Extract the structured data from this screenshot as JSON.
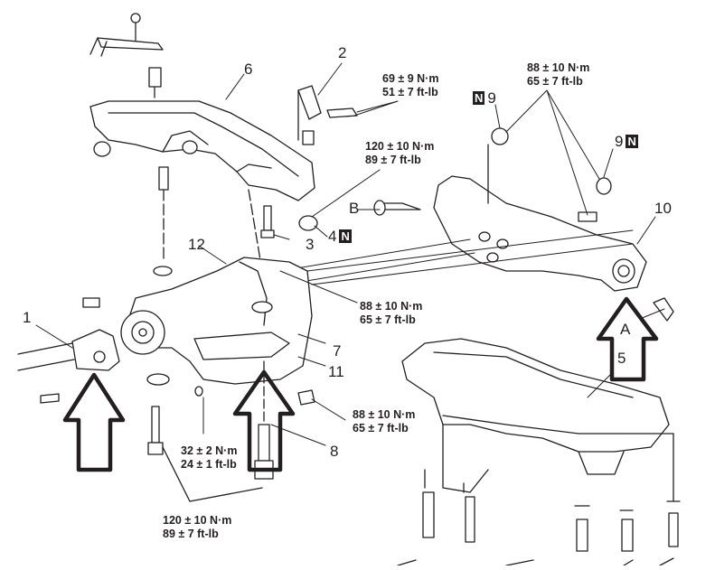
{
  "diagram": {
    "title": "Rear suspension crossmember and differential mounting (exploded view)",
    "callouts": {
      "p1": "1",
      "p2": "2",
      "p3": "3",
      "p4": "4",
      "p5": "5",
      "p6": "6",
      "p7": "7",
      "p8": "8",
      "p9a": "9",
      "p9b": "9",
      "p10": "10",
      "p11": "11",
      "p12": "12",
      "pA": "A",
      "pB": "B"
    },
    "new_part_marker": "N",
    "torque_specs": [
      {
        "id": "t1",
        "nm": "69 ± 9 N·m",
        "ftlb": "51 ± 7 ft-lb"
      },
      {
        "id": "t2",
        "nm": "88 ± 10 N·m",
        "ftlb": "65 ± 7 ft-lb"
      },
      {
        "id": "t3",
        "nm": "120 ± 10 N·m",
        "ftlb": "89 ± 7 ft-lb"
      },
      {
        "id": "t4",
        "nm": "88 ± 10 N·m",
        "ftlb": "65 ± 7 ft-lb"
      },
      {
        "id": "t5",
        "nm": "88 ± 10 N·m",
        "ftlb": "65 ± 7 ft-lb"
      },
      {
        "id": "t6",
        "nm": "32 ± 2 N·m",
        "ftlb": "24 ± 1 ft-lb"
      },
      {
        "id": "t7",
        "nm": "120 ± 10 N·m",
        "ftlb": "89 ± 7 ft-lb"
      }
    ],
    "arrows": [
      "jack-point-left",
      "jack-point-center",
      "jack-point-right"
    ],
    "colors": {
      "ink": "#231f20",
      "background": "#ffffff"
    }
  }
}
